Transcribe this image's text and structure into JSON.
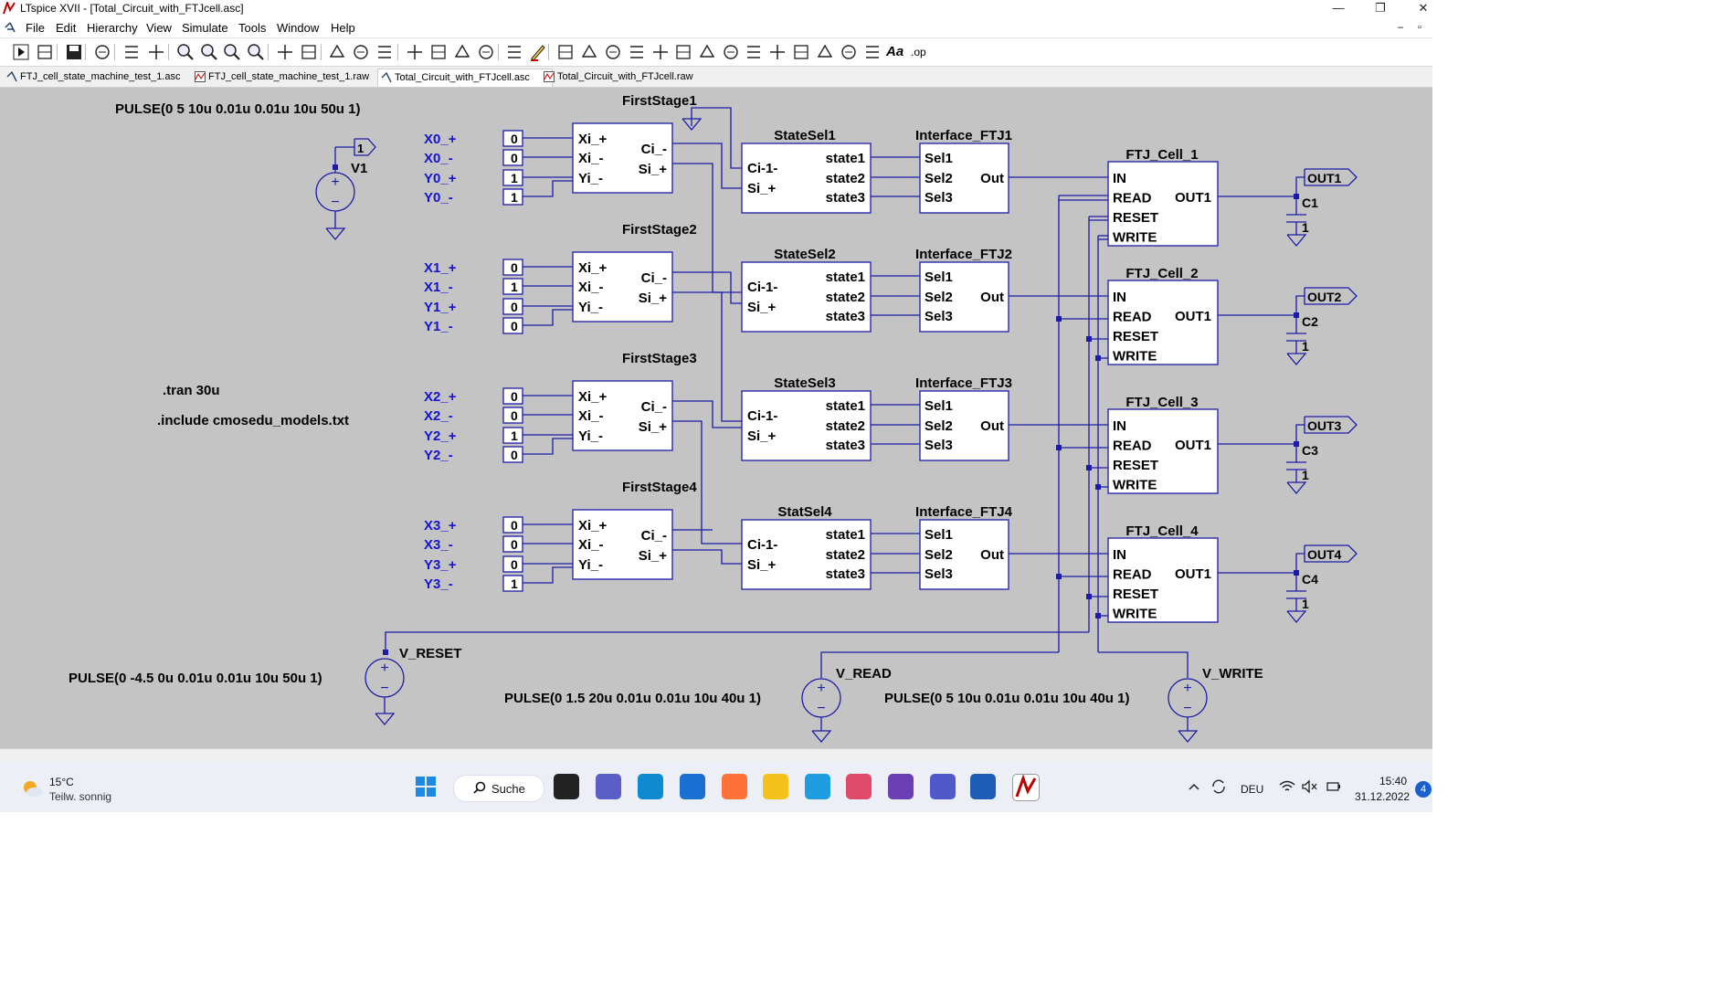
{
  "window": {
    "title": "LTspice XVII - [Total_Circuit_with_FTJcell.asc]",
    "controls": {
      "minimize": "—",
      "restore": "❐",
      "close": "✕"
    },
    "mdi_controls": {
      "minimize": "–",
      "restore": "▫"
    }
  },
  "menu": [
    "File",
    "Edit",
    "Hierarchy",
    "View",
    "Simulate",
    "Tools",
    "Window",
    "Help"
  ],
  "toolbar_icons": [
    "run-icon",
    "open-icon",
    "save-icon",
    "control-panel-icon",
    "halt-icon",
    "pan-hand-icon",
    "zoom-in-icon",
    "zoom-out-icon",
    "zoom-fit-icon",
    "zoom-cancel-icon",
    "autorange-icon",
    "grid-icon",
    "tile-horizontal-icon",
    "tile-vertical-icon",
    "cascade-icon",
    "cut-icon",
    "copy-icon",
    "paste-icon",
    "find-icon",
    "print-icon",
    "print-setup-icon",
    "wire-icon",
    "ground-icon",
    "label-net-icon",
    "resistor-icon",
    "capacitor-icon",
    "inductor-icon",
    "diode-icon",
    "component-icon",
    "move-icon",
    "drag-icon",
    "undo-icon",
    "redo-icon",
    "rotate-icon",
    "mirror-icon",
    "text-icon",
    "spice-directive-icon"
  ],
  "toolbar_text": {
    "text_tool": "Aa",
    "op_tool": ".op"
  },
  "tabs": [
    {
      "label": "FTJ_cell_state_machine_test_1.asc",
      "kind": "schematic",
      "active": false
    },
    {
      "label": "FTJ_cell_state_machine_test_1.raw",
      "kind": "waveform",
      "active": false
    },
    {
      "label": "Total_Circuit_with_FTJcell.asc",
      "kind": "schematic",
      "active": true
    },
    {
      "label": "Total_Circuit_with_FTJcell.raw",
      "kind": "waveform",
      "active": false
    }
  ],
  "colors": {
    "canvas": "#c4c4c4",
    "wire": "#1c1ca8",
    "label_blue": "#1414d0",
    "text": "#000000",
    "block_fill": "#ffffff"
  },
  "schematic": {
    "directives": {
      "v1_pulse": "PULSE(0 5 10u 0.01u 0.01u 10u 50u 1)",
      "tran": ".tran 30u",
      "include": ".include cmosedu_models.txt",
      "vreset_pulse": "PULSE(0 -4.5 0u 0.01u 0.01u 10u 50u 1)",
      "vread_pulse": "PULSE(0 1.5 20u 0.01u 0.01u 10u 40u 1)",
      "vwrite_pulse": "PULSE(0 5 10u 0.01u 0.01u 10u 40u 1)"
    },
    "sources": {
      "v1": "V1",
      "v1_node": "1",
      "v_reset": "V_RESET",
      "v_read": "V_READ",
      "v_write": "V_WRITE"
    },
    "first_stages": [
      {
        "name": "FirstStage1",
        "inputs": [
          "X0_+",
          "X0_-",
          "Y0_+",
          "Y0_-"
        ],
        "values": [
          "0",
          "0",
          "1",
          "1"
        ]
      },
      {
        "name": "FirstStage2",
        "inputs": [
          "X1_+",
          "X1_-",
          "Y1_+",
          "Y1_-"
        ],
        "values": [
          "0",
          "1",
          "0",
          "0"
        ]
      },
      {
        "name": "FirstStage3",
        "inputs": [
          "X2_+",
          "X2_-",
          "Y2_+",
          "Y2_-"
        ],
        "values": [
          "0",
          "0",
          "1",
          "0"
        ]
      },
      {
        "name": "FirstStage4",
        "inputs": [
          "X3_+",
          "X3_-",
          "Y3_+",
          "Y3_-"
        ],
        "values": [
          "0",
          "0",
          "0",
          "1"
        ]
      }
    ],
    "first_stage_pins": {
      "in": [
        "Xi_+",
        "Xi_-",
        "Yi_-"
      ],
      "out": [
        "Ci_-",
        "Si_+"
      ]
    },
    "state_sels": [
      "StateSel1",
      "StateSel2",
      "StateSel3",
      "StatSel4"
    ],
    "state_sel_pins": {
      "in": [
        "Ci-1-",
        "Si_+"
      ],
      "out": [
        "state1",
        "state2",
        "state3"
      ]
    },
    "interfaces": [
      "Interface_FTJ1",
      "Interface_FTJ2",
      "Interface_FTJ3",
      "Interface_FTJ4"
    ],
    "interface_pins": {
      "in": [
        "Sel1",
        "Sel2",
        "Sel3"
      ],
      "out": "Out"
    },
    "cells": [
      "FTJ_Cell_1",
      "FTJ_Cell_2",
      "FTJ_Cell_3",
      "FTJ_Cell_4"
    ],
    "cell_pins": {
      "in": [
        "IN",
        "READ",
        "RESET",
        "WRITE"
      ],
      "out": "OUT1"
    },
    "outputs": [
      "OUT1",
      "OUT2",
      "OUT3",
      "OUT4"
    ],
    "caps": [
      "C1",
      "C2",
      "C3",
      "C4"
    ],
    "cap_value": "1"
  },
  "taskbar": {
    "weather_temp": "15°C",
    "weather_desc": "Teilw. sonnig",
    "search_label": "Suche",
    "language": "DEU",
    "time": "15:40",
    "date": "31.12.2022",
    "notifications": "4",
    "apps": [
      "start-icon",
      "search-icon",
      "task-view-icon",
      "teams-chat-icon",
      "edge-icon",
      "mail-icon",
      "firefox-icon",
      "file-explorer-icon",
      "lernsax-icon",
      "firefox-dev-icon",
      "github-desktop-icon",
      "teams-icon",
      "word-icon",
      "ltspice-icon"
    ]
  }
}
